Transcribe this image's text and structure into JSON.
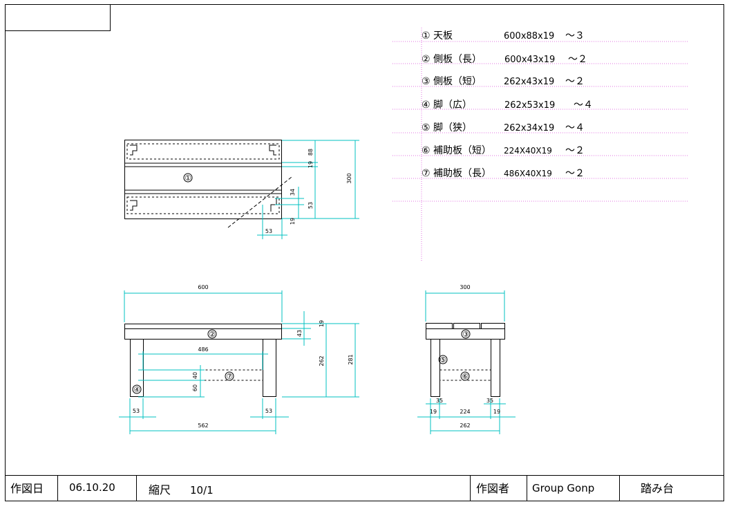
{
  "parts_list": [
    {
      "label": "① 天板",
      "spec": "600x88x19",
      "qty": "～３"
    },
    {
      "label": "② 側板（長）",
      "spec": "600x43x19",
      "qty": "～２"
    },
    {
      "label": "③ 側板（短）",
      "spec": "262x43x19",
      "qty": "～２"
    },
    {
      "label": "④ 脚（広）",
      "spec": "262x53x19",
      "qty": "～４"
    },
    {
      "label": "⑤ 脚（狭）",
      "spec": "262x34x19",
      "qty": "～４"
    },
    {
      "label": "⑥ 補助板（短）",
      "spec": "224X40X19",
      "qty": "～２"
    },
    {
      "label": "⑦ 補助板（長）",
      "spec": "486X40X19",
      "qty": "～２"
    }
  ],
  "markers": {
    "m1": "①",
    "m2": "②",
    "m3": "③",
    "m4": "④",
    "m5": "⑤",
    "m6": "⑥",
    "m7": "⑦"
  },
  "top_view_dims": {
    "d88": "88",
    "d19": "19",
    "d300": "300",
    "d34": "34",
    "d53a": "53",
    "d19b": "19",
    "d53b": "53"
  },
  "front_view_dims": {
    "d600": "600",
    "d19": "19",
    "d43": "43",
    "d262": "262",
    "d281": "281",
    "d486": "486",
    "d40": "40",
    "d60": "60",
    "d53l": "53",
    "d53r": "53",
    "d562": "562"
  },
  "side_view_dims": {
    "d300": "300",
    "d35l": "35",
    "d35r": "35",
    "d19l": "19",
    "d224": "224",
    "d19r": "19",
    "d262": "262"
  },
  "title_block": {
    "date_label": "作図日",
    "date_value": "06.10.20",
    "scale_label": "縮尺",
    "scale_value": "10/1",
    "author_label": "作図者",
    "author_value": "Group Gonp",
    "title": "踏み台"
  },
  "colors": {
    "dimension": "#00c0c0",
    "guide": "#e070e0",
    "line": "#000000"
  }
}
